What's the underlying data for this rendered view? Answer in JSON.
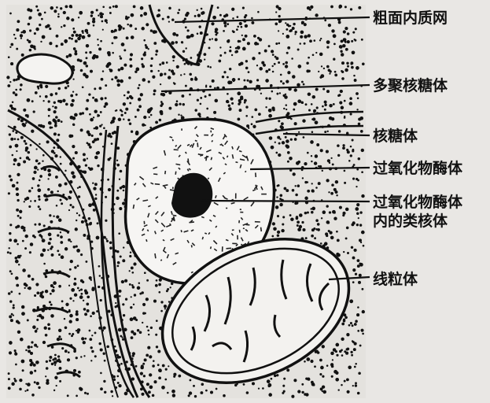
{
  "figure": {
    "labels": {
      "rough_er": "粗面内质网",
      "polyribosome": "多聚核糖体",
      "ribosome": "核糖体",
      "peroxisome": "过氧化物酶体",
      "nucleoid_line1": "过氧化物酶体",
      "nucleoid_line2": "内的类核体",
      "mitochondrion": "线粒体"
    },
    "colors": {
      "ink": "#111111",
      "paper": "#e9e7e4",
      "organelle_fill": "#f4f3f1"
    }
  }
}
